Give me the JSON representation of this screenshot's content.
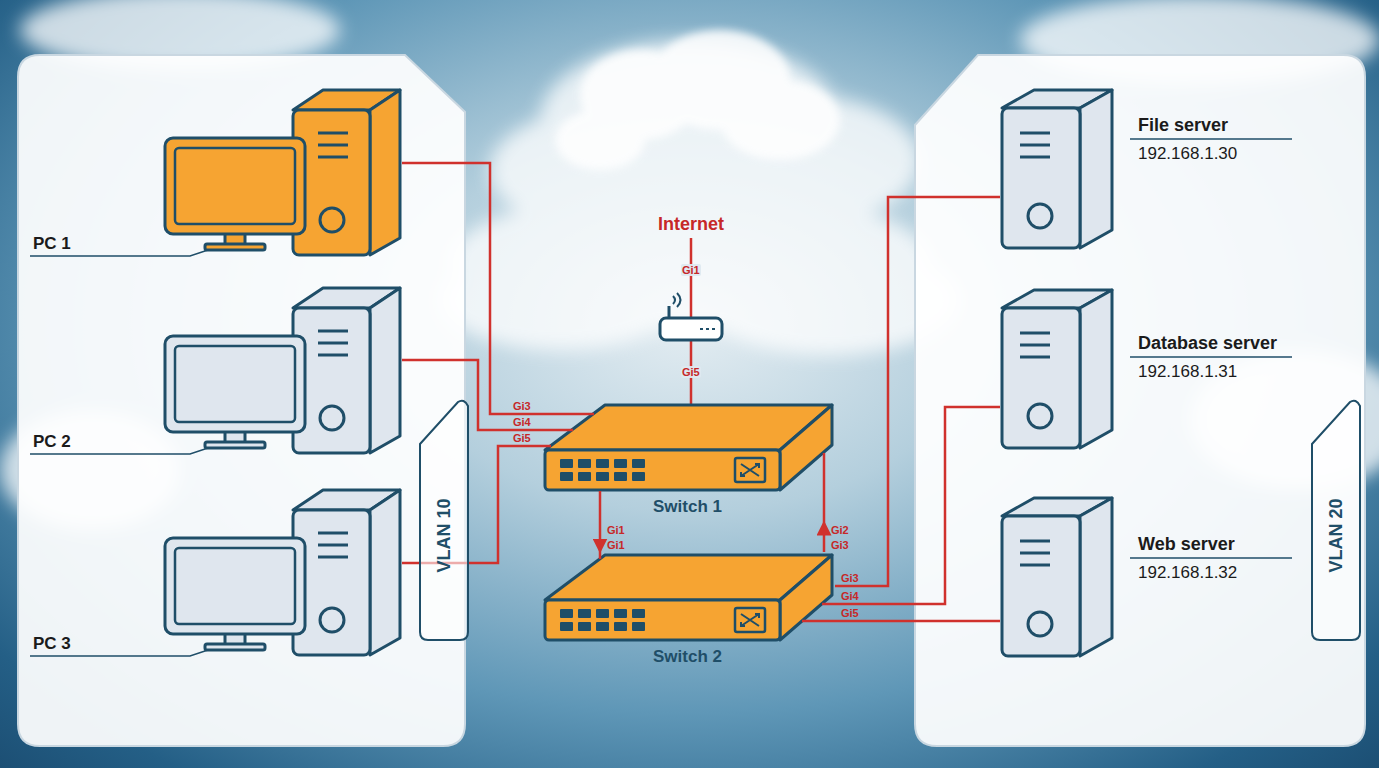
{
  "diagram": {
    "nodes": [
      {
        "text": [
          "PC 1"
        ]
      },
      {
        "text": [
          "PC 2"
        ]
      },
      {
        "text": [
          "PC 3"
        ]
      },
      {
        "text": [
          "VLAN 10"
        ]
      },
      {
        "text": [
          "Switch 1"
        ]
      },
      {
        "text": [
          "Switch 2"
        ]
      },
      {
        "text": [
          "File server",
          "192.168.1.30"
        ]
      },
      {
        "text": [
          "Database server",
          "192.168.1.31"
        ]
      },
      {
        "text": [
          "Web server",
          "192.168.1.32"
        ]
      },
      {
        "text": [
          "VLAN 20"
        ]
      }
    ],
    "edges": [
      {
        "from": 0,
        "to": 4,
        "arrow": "none"
      },
      {
        "from": 1,
        "to": 4,
        "arrow": "none"
      },
      {
        "from": 2,
        "to": 4,
        "arrow": "none"
      },
      {
        "from": 4,
        "to": 5,
        "arrow": "to"
      },
      {
        "from": 5,
        "to": 4,
        "arrow": "to"
      },
      {
        "from": 5,
        "to": 6,
        "arrow": "none"
      },
      {
        "from": 5,
        "to": 7,
        "arrow": "none"
      },
      {
        "from": 5,
        "to": 8,
        "arrow": "none"
      }
    ],
    "labels": [
      "Internet",
      "Gi1",
      "Gi5",
      "Gi3",
      "Gi4",
      "Gi5",
      "Gi2",
      "Gi1",
      "Gi1",
      "Gi3",
      "Gi3",
      "Gi4",
      "Gi5"
    ]
  }
}
